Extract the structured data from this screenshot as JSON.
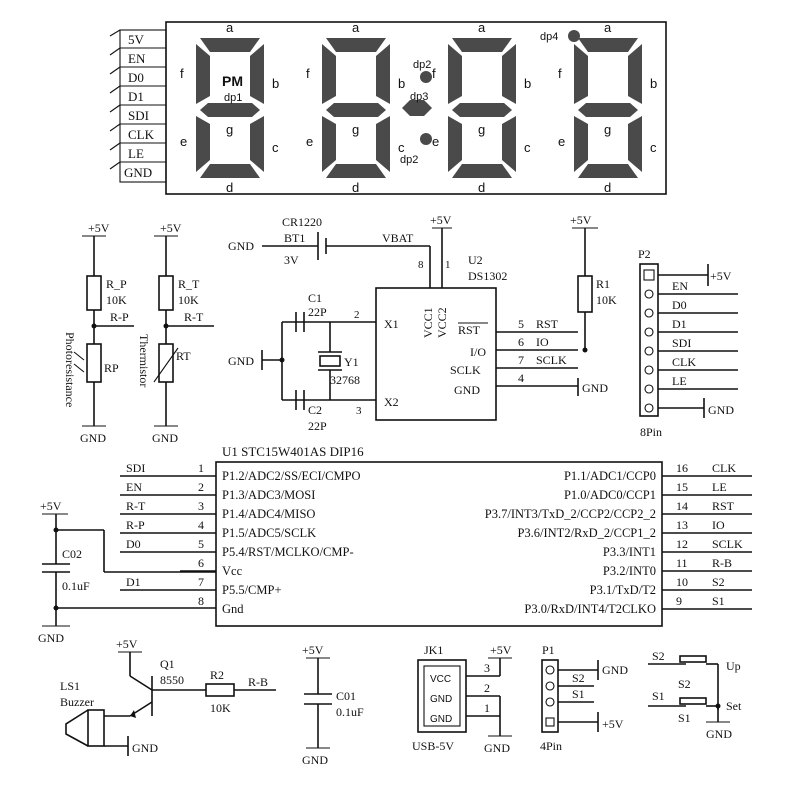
{
  "display": {
    "pins": [
      "5V",
      "EN",
      "D0",
      "D1",
      "SDI",
      "CLK",
      "LE",
      "GND"
    ],
    "segment_labels": {
      "a": "a",
      "b": "b",
      "c": "c",
      "d": "d",
      "e": "e",
      "f": "f",
      "g": "g"
    },
    "pm": "PM",
    "dp1": "dp1",
    "dp2": "dp2",
    "dp3": "dp3",
    "dp4": "dp4"
  },
  "sensors": {
    "vcc": "+5V",
    "gnd": "GND",
    "rp": {
      "name": "R_P",
      "value": "10K",
      "net": "R-P",
      "part": "RP",
      "caption": "Photoresistance"
    },
    "rt": {
      "name": "R_T",
      "value": "10K",
      "net": "R-T",
      "part": "RT",
      "caption": "Thermistor"
    }
  },
  "rtc": {
    "battery": {
      "name": "CR1220",
      "ref": "BT1",
      "volts": "3V",
      "gnd": "GND",
      "vbat": "VBAT"
    },
    "c1": {
      "ref": "C1",
      "value": "22P"
    },
    "c2": {
      "ref": "C2",
      "value": "22P"
    },
    "crystal": {
      "ref": "Y1",
      "value": "32768"
    },
    "gnd": "GND",
    "u2": {
      "ref": "U2",
      "part": "DS1302",
      "vcc1": "VCC1",
      "vcc2": "VCC2",
      "x1": "X1",
      "x2": "X2",
      "rst": "RST",
      "io": "I/O",
      "sclk": "SCLK",
      "gnd": "GND"
    },
    "pin_numbers": {
      "p8": "8",
      "p1": "1",
      "p2": "2",
      "p3": "3",
      "p5": "5",
      "p6": "6",
      "p7": "7",
      "p4": "4"
    },
    "nets": {
      "rst": "RST",
      "io": "IO",
      "sclk": "SCLK",
      "gnd": "GND"
    },
    "vcc": "+5V",
    "r1": {
      "ref": "R1",
      "value": "10K",
      "vcc": "+5V"
    }
  },
  "p2": {
    "ref": "P2",
    "caption": "8Pin",
    "vcc": "+5V",
    "gnd": "GND",
    "pins": [
      "EN",
      "D0",
      "D1",
      "SDI",
      "CLK",
      "LE"
    ]
  },
  "mcu": {
    "title": "U1   STC15W401AS   DIP16",
    "left": [
      {
        "net": "SDI",
        "num": "1",
        "pin": "P1.2/ADC2/SS/ECI/CMPO"
      },
      {
        "net": "EN",
        "num": "2",
        "pin": "P1.3/ADC3/MOSI"
      },
      {
        "net": "R-T",
        "num": "3",
        "pin": "P1.4/ADC4/MISO"
      },
      {
        "net": "R-P",
        "num": "4",
        "pin": "P1.5/ADC5/SCLK"
      },
      {
        "net": "D0",
        "num": "5",
        "pin": "P5.4/RST/MCLKO/CMP-"
      },
      {
        "net": "",
        "num": "6",
        "pin": "Vcc"
      },
      {
        "net": "D1",
        "num": "7",
        "pin": "P5.5/CMP+"
      },
      {
        "net": "",
        "num": "8",
        "pin": "Gnd"
      }
    ],
    "right": [
      {
        "net": "CLK",
        "num": "16",
        "pin": "P1.1/ADC1/CCP0"
      },
      {
        "net": "LE",
        "num": "15",
        "pin": "P1.0/ADC0/CCP1"
      },
      {
        "net": "RST",
        "num": "14",
        "pin": "P3.7/INT3/TxD_2/CCP2/CCP2_2"
      },
      {
        "net": "IO",
        "num": "13",
        "pin": "P3.6/INT2/RxD_2/CCP1_2"
      },
      {
        "net": "SCLK",
        "num": "12",
        "pin": "P3.3/INT1"
      },
      {
        "net": "R-B",
        "num": "11",
        "pin": "P3.2/INT0"
      },
      {
        "net": "S2",
        "num": "10",
        "pin": "P3.1/TxD/T2"
      },
      {
        "net": "S1",
        "num": "9",
        "pin": "P3.0/RxD/INT4/T2CLKO"
      }
    ],
    "decoupling": {
      "vcc": "+5V",
      "ref": "C02",
      "value": "0.1uF",
      "gnd": "GND"
    }
  },
  "buzzer": {
    "vcc": "+5V",
    "q": {
      "ref": "Q1",
      "part": "8550"
    },
    "r": {
      "ref": "R2",
      "value": "10K",
      "net": "R-B"
    },
    "ls": {
      "ref": "LS1",
      "label": "Buzzer"
    },
    "gnd": "GND"
  },
  "c01": {
    "vcc": "+5V",
    "ref": "C01",
    "value": "0.1uF",
    "gnd": "GND"
  },
  "jk1": {
    "ref": "JK1",
    "vcc": "+5V",
    "pins": [
      "VCC",
      "GND",
      "GND"
    ],
    "nums": [
      "3",
      "2",
      "1"
    ],
    "caption": "USB-5V",
    "gnd": "GND"
  },
  "p1": {
    "ref": "P1",
    "nets": [
      "GND",
      "S2",
      "S1",
      "+5V"
    ],
    "caption": "4Pin"
  },
  "switches": {
    "s2": "S2",
    "up": "Up",
    "s1": "S1",
    "set": "Set",
    "gnd": "GND"
  }
}
